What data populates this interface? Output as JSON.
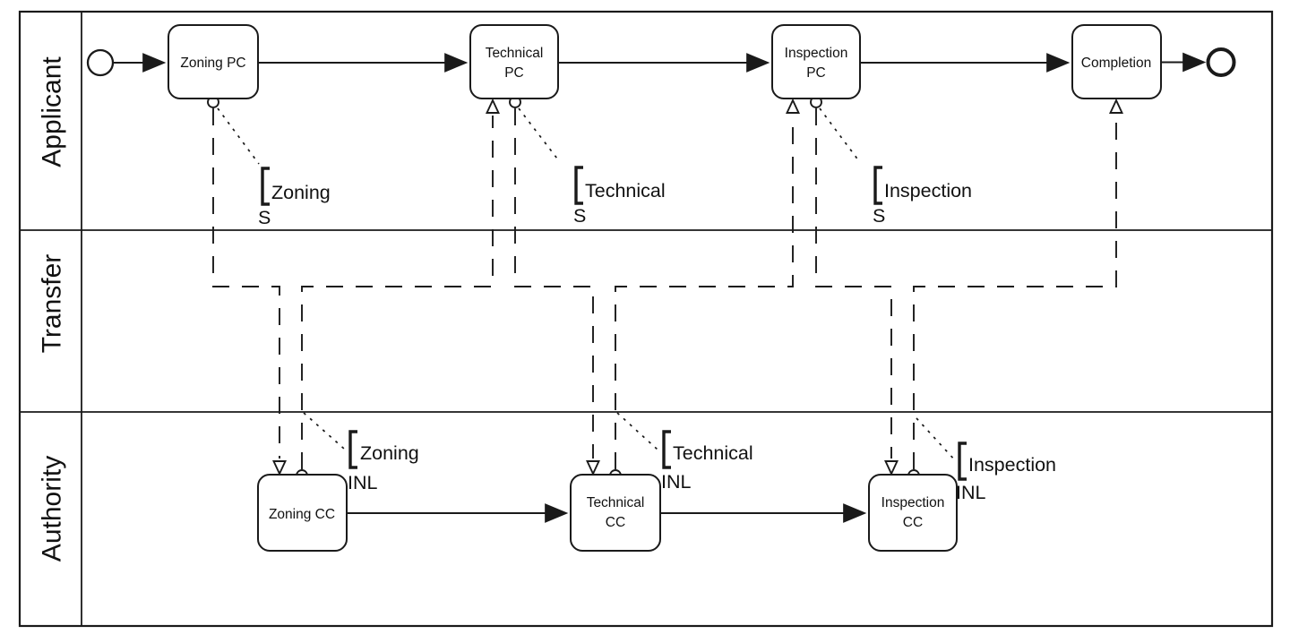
{
  "diagram": {
    "title": "Permit process BPMN collaboration diagram",
    "colors": {
      "line": "#1a1a1a",
      "background": "#ffffff"
    },
    "lanes": [
      {
        "label": "Applicant"
      },
      {
        "label": "Transfer"
      },
      {
        "label": "Authority"
      }
    ],
    "tasks": {
      "zoning_pc": {
        "lines": [
          "Zoning PC"
        ]
      },
      "technical_pc": {
        "lines": [
          "Technical",
          "PC"
        ]
      },
      "inspection_pc": {
        "lines": [
          "Inspection",
          "PC"
        ]
      },
      "completion": {
        "lines": [
          "Completion"
        ]
      },
      "zoning_cc": {
        "lines": [
          "Zoning CC"
        ]
      },
      "technical_cc": {
        "lines": [
          "Technical",
          "CC"
        ]
      },
      "inspection_cc": {
        "lines": [
          "Inspection",
          "CC"
        ]
      }
    },
    "annotations": {
      "zoning_s": {
        "name": "Zoning",
        "code": "S"
      },
      "technical_s": {
        "name": "Technical",
        "code": "S"
      },
      "inspection_s": {
        "name": "Inspection",
        "code": "S"
      },
      "zoning_inl": {
        "name": "Zoning",
        "code": "INL"
      },
      "technical_inl": {
        "name": "Technical",
        "code": "INL"
      },
      "inspection_inl": {
        "name": "Inspection",
        "code": "INL"
      }
    }
  }
}
